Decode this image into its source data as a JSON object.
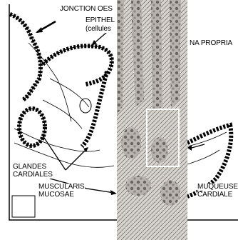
{
  "labels": {
    "jonction": "JONCTION OES",
    "epithel": "EPITHEL",
    "cellules": "(cellules",
    "na_propria": "NA PROPRIA",
    "glandes": "GLANDES",
    "cardiales": "CARDIALES",
    "muscularis": "MUSCULARIS",
    "mucosae": "MUCOSAE",
    "muqueuse": "MUQUEUSE",
    "cardiale": "CARDIALE"
  },
  "colors": {
    "ink": "#000000",
    "paper": "#ffffff",
    "tissue_dark": "#5f5a55",
    "tissue_mid": "#9a9590",
    "tissue_light": "#cfcbc6"
  }
}
